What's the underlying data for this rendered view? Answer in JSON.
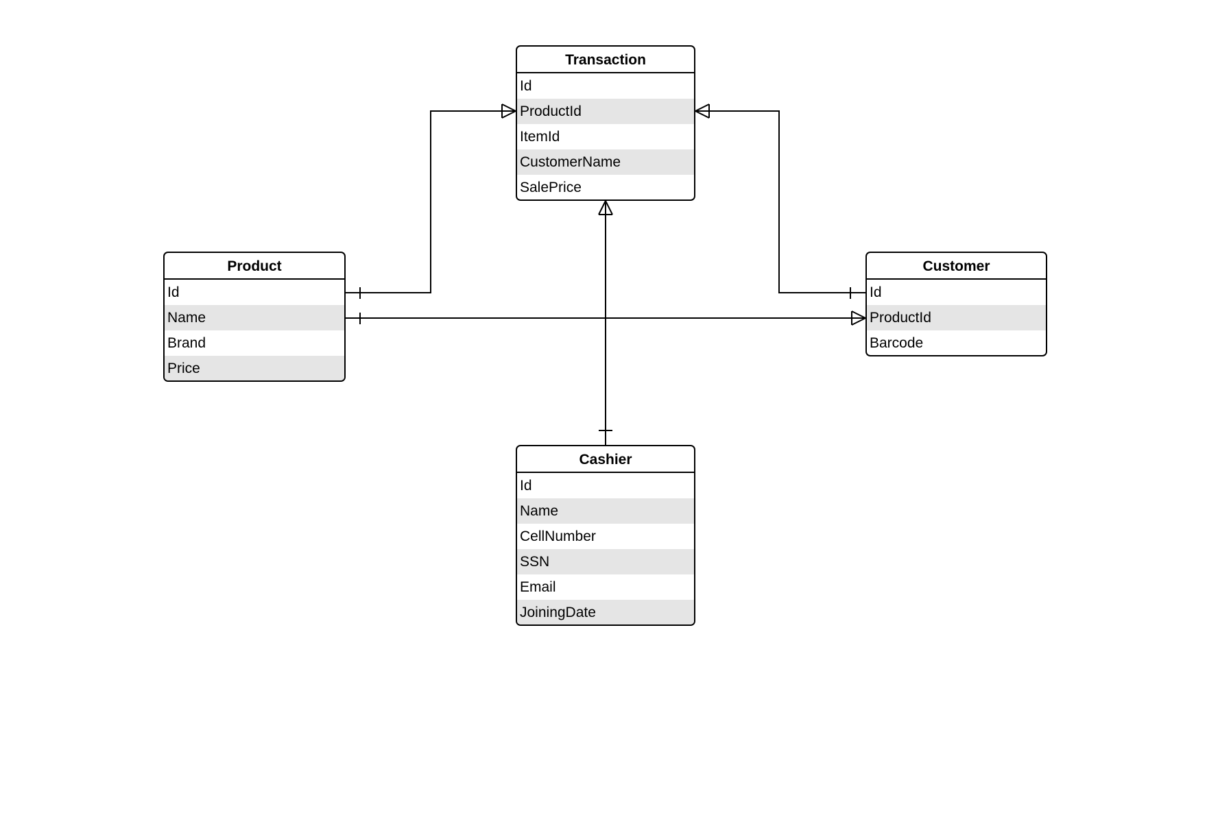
{
  "diagram": {
    "entities": {
      "transaction": {
        "title": "Transaction",
        "fields": [
          "Id",
          "ProductId",
          "ItemId",
          "CustomerName",
          "SalePrice"
        ]
      },
      "product": {
        "title": "Product",
        "fields": [
          "Id",
          "Name",
          "Brand",
          "Price"
        ]
      },
      "customer": {
        "title": "Customer",
        "fields": [
          "Id",
          "ProductId",
          "Barcode"
        ]
      },
      "cashier": {
        "title": "Cashier",
        "fields": [
          "Id",
          "Name",
          "CellNumber",
          "SSN",
          "Email",
          "JoiningDate"
        ]
      }
    },
    "relationships": [
      {
        "from": "Product.Id",
        "to": "Transaction.ProductId",
        "from_cardinality": "one",
        "to_cardinality": "many"
      },
      {
        "from": "Customer.Id",
        "to": "Transaction.ProductId",
        "from_cardinality": "one",
        "to_cardinality": "many"
      },
      {
        "from": "Product.Name",
        "to": "Customer.ProductId",
        "from_cardinality": "one",
        "to_cardinality": "many"
      },
      {
        "from": "Cashier",
        "to": "Transaction",
        "from_cardinality": "one",
        "to_cardinality": "many"
      }
    ],
    "colors": {
      "line": "#000000",
      "shaded_row": "#e5e5e5",
      "background": "#ffffff"
    }
  }
}
